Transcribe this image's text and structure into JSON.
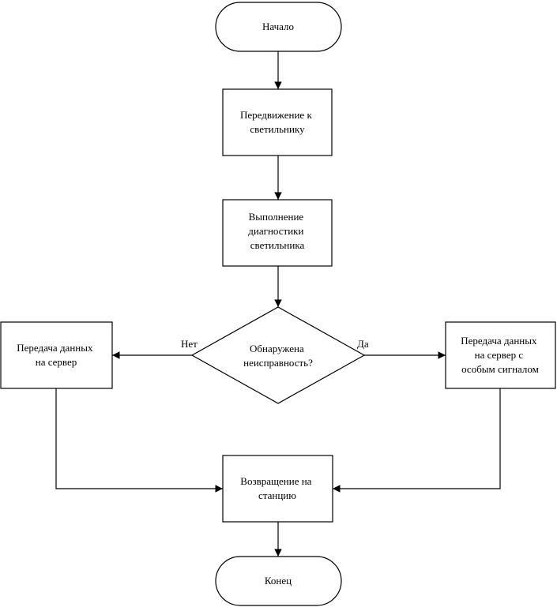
{
  "flowchart": {
    "start": "Начало",
    "move": [
      "Передвижение к",
      "светильнику"
    ],
    "diagnose": [
      "Выполнение",
      "диагностики",
      "светильника"
    ],
    "decision": [
      "Обнаружена",
      "неисправность?"
    ],
    "no_label": "Нет",
    "yes_label": "Да",
    "send_data": [
      "Передача данных",
      "на сервер"
    ],
    "send_signal": [
      "Передача данных",
      "на сервер с",
      "особым сигналом"
    ],
    "return": [
      "Возвращение на",
      "станцию"
    ],
    "end": "Конец"
  }
}
